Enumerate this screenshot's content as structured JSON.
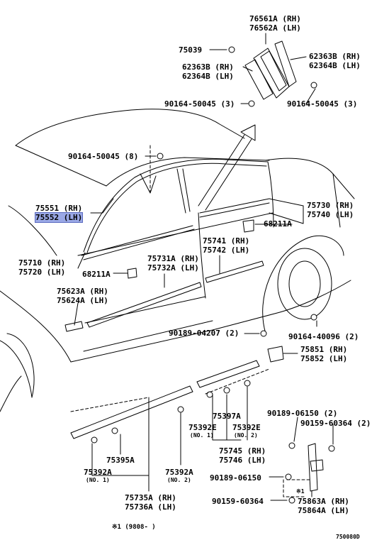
{
  "parts": {
    "p76561a": "76561A (RH)",
    "p76562a": "76562A (LH)",
    "p75039": "75039",
    "p62363b_r": "62363B (RH)",
    "p62364b_r": "62364B (LH)",
    "p62363b_l": "62363B (RH)",
    "p62364b_l": "62364B (LH)",
    "p90164_50045_l": "90164-50045 (3)",
    "p90164_50045_r": "90164-50045 (3)",
    "p90164_50045_8": "90164-50045 (8)",
    "p75551": "75551 (RH)",
    "p75552": "75552 (LH)",
    "p75730": "75730 (RH)",
    "p75740": "75740 (LH)",
    "p68211a_r": "68211A",
    "p75741": "75741 (RH)",
    "p75742": "75742 (LH)",
    "p75710": "75710 (RH)",
    "p75720": "75720 (LH)",
    "p75731a": "75731A (RH)",
    "p75732a": "75732A (LH)",
    "p68211a_l": "68211A",
    "p75623a": "75623A (RH)",
    "p75624a": "75624A (LH)",
    "p90189_04207": "90189-04207 (2)",
    "p90164_40096": "90164-40096 (2)",
    "p75851": "75851 (RH)",
    "p75852": "75852 (LH)",
    "p90189_06150_2": "90189-06150 (2)",
    "p90159_60364_2": "90159-60364 (2)",
    "p75397a": "75397A",
    "p75392e_1": "75392E",
    "no1_a": "(NO. 1)",
    "p75392e_2": "75392E",
    "no2_a": "(NO. 2)",
    "p75745": "75745 (RH)",
    "p75746": "75746 (LH)",
    "p75395a": "75395A",
    "p75392a_1": "75392A",
    "no1_b": "(NO. 1)",
    "p75392a_2": "75392A",
    "no2_b": "(NO. 2)",
    "p90189_06150": "90189-06150",
    "p90159_60364": "90159-60364",
    "star1_mark": "※1",
    "p75863a": "75863A (RH)",
    "p75864a": "75864A (LH)",
    "p75735a": "75735A (RH)",
    "p75736a": "75736A (LH)",
    "footnote": "※1 (9808-     )",
    "diagram_id": "750080D"
  }
}
